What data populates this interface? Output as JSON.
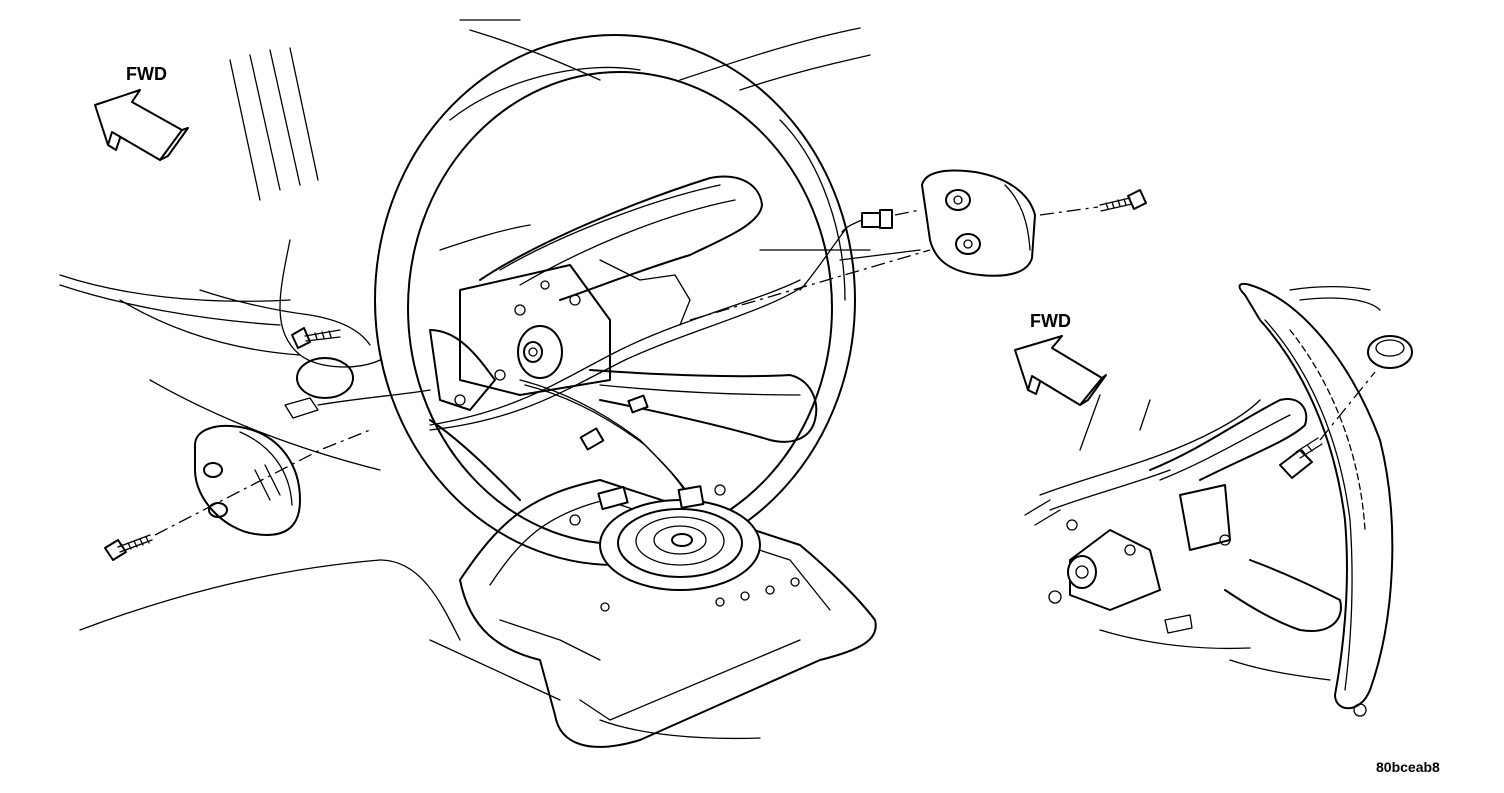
{
  "labels": {
    "fwd_main": "FWD",
    "fwd_inset": "FWD",
    "figure_code": "80bceab8"
  }
}
